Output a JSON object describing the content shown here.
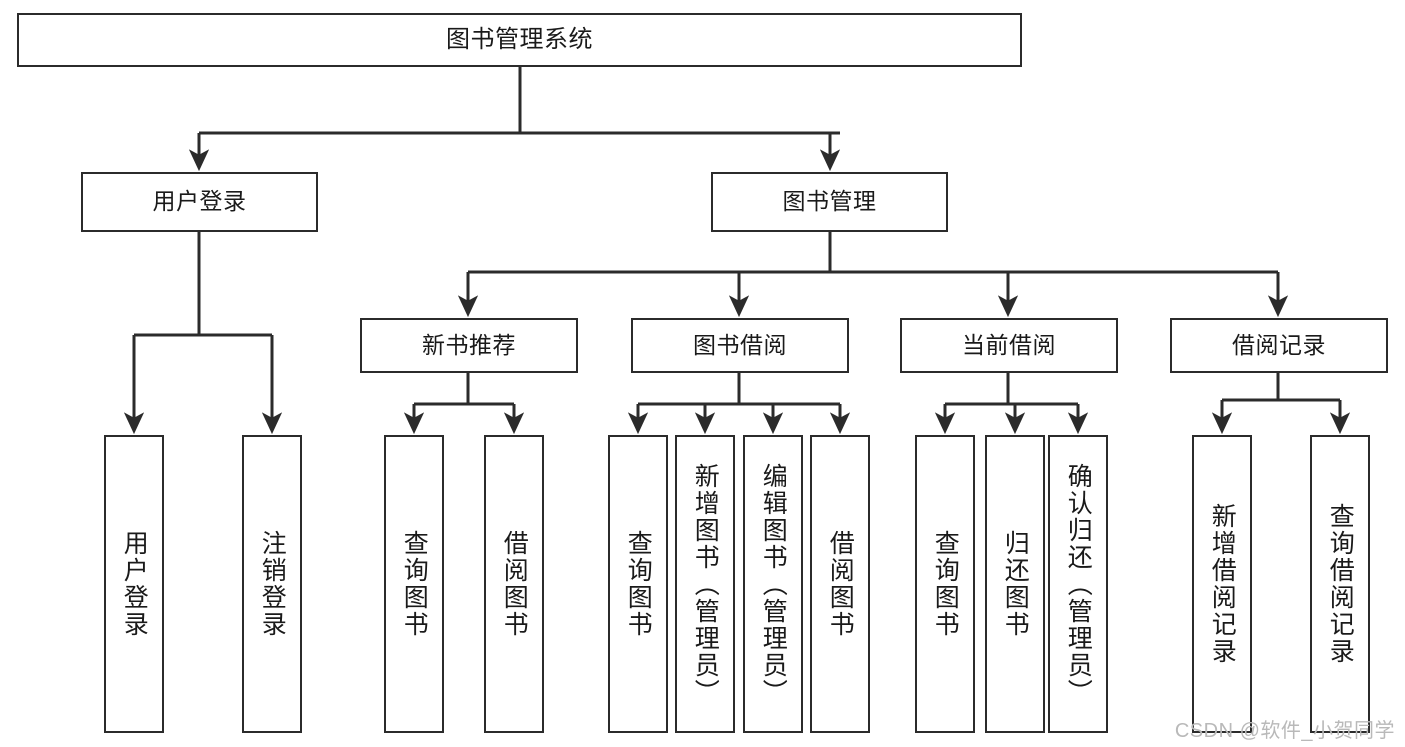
{
  "diagram": {
    "title": "图书管理系统",
    "type": "tree-hierarchy-chart",
    "colors": {
      "node_border": "#2b2b2b",
      "node_fill": "#ffffff",
      "edge": "#2b2b2b",
      "text": "#1a1a1a",
      "watermark": "#b9b9b9",
      "background": "#ffffff"
    },
    "root": {
      "label": "图书管理系统"
    },
    "level2": [
      {
        "label": "用户登录"
      },
      {
        "label": "图书管理"
      }
    ],
    "level3": [
      {
        "label": "新书推荐"
      },
      {
        "label": "图书借阅"
      },
      {
        "label": "当前借阅"
      },
      {
        "label": "借阅记录"
      }
    ],
    "leaves": {
      "user_login": [
        {
          "label": "用户登录"
        },
        {
          "label": "注销登录"
        }
      ],
      "new_book_recommend": [
        {
          "label": "查询图书"
        },
        {
          "label": "借阅图书"
        }
      ],
      "book_borrow": [
        {
          "label": "查询图书"
        },
        {
          "label": "新增图书（管理员）"
        },
        {
          "label": "编辑图书（管理员）"
        },
        {
          "label": "借阅图书"
        }
      ],
      "current_borrow": [
        {
          "label": "查询图书"
        },
        {
          "label": "归还图书"
        },
        {
          "label": "确认归还（管理员）"
        }
      ],
      "borrow_record": [
        {
          "label": "新增借阅记录"
        },
        {
          "label": "查询借阅记录"
        }
      ]
    }
  },
  "watermark": {
    "text": "CSDN @软件_小贺同学"
  }
}
